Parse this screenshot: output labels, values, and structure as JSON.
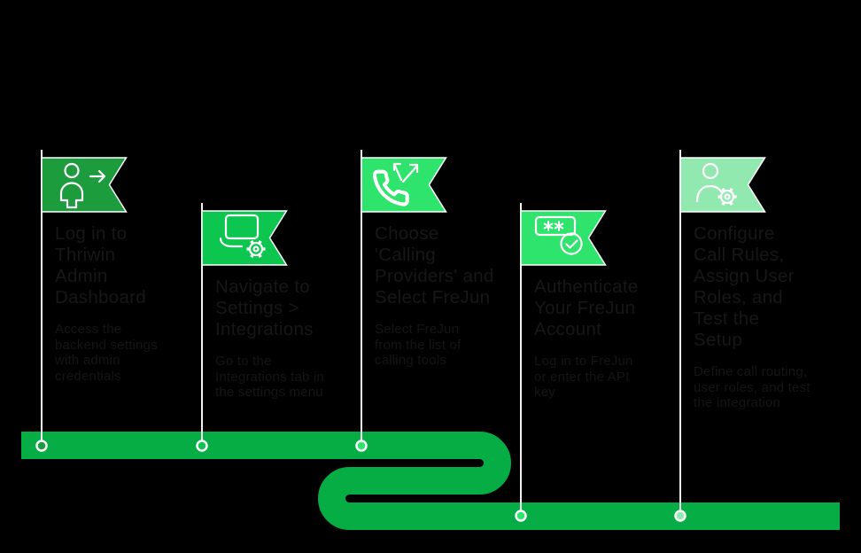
{
  "canvas": {
    "background": "#000000"
  },
  "timeline": {
    "path_color": "#06AC44",
    "pole_color": "#F1F1F1",
    "node_ring_color": "#FFFFFF"
  },
  "text_colors": {
    "title": "#171717",
    "description": "#151515"
  },
  "steps": [
    {
      "icon": "user-arrow-icon",
      "flag_color": "#1D9C3E",
      "title": "Log in to\nThriwin\nAdmin\nDashboard",
      "description": "Access the\nbackend settings\nwith admin\ncredentials"
    },
    {
      "icon": "laptop-gear-icon",
      "flag_color": "#0DC64F",
      "title": "Navigate to\nSettings >\nIntegrations",
      "description": "Go to the\nIntegrations tab in\nthe settings menu"
    },
    {
      "icon": "phone-transfer-icon",
      "flag_color": "#2FE46C",
      "title": "Choose\n'Calling\nProviders' and\nSelect FreJun",
      "description": "Select FreJun\nfrom the list of\ncalling tools"
    },
    {
      "icon": "password-check-icon",
      "flag_color": "#2FE46C",
      "title": "Authenticate\nYour FreJun\nAccount",
      "description": "Log in to FreJun\nor enter the API\nkey"
    },
    {
      "icon": "user-gear-icon",
      "flag_color": "#92E9AF",
      "title": "Configure\nCall Rules,\nAssign User\nRoles, and\nTest the\nSetup",
      "description": "Define call routing,\nuser roles, and test\nthe integration"
    }
  ]
}
